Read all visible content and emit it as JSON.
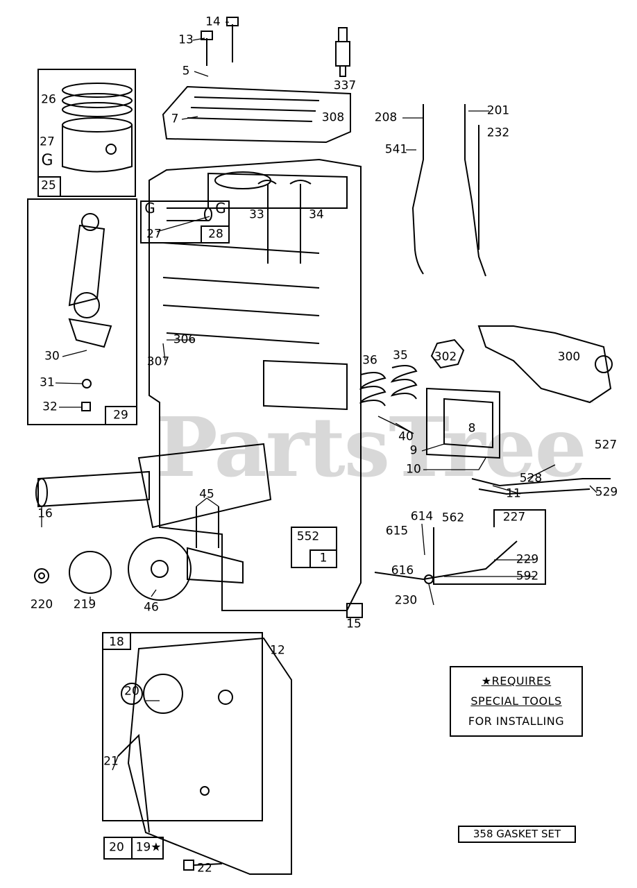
{
  "watermark": "PartsTree",
  "watermark_tm": "™",
  "note": {
    "line1": "★REQUIRES",
    "line2": "SPECIAL TOOLS",
    "line3": "FOR INSTALLING"
  },
  "gasket_set": "358 GASKET SET",
  "callouts": [
    "14",
    "13",
    "5",
    "337",
    "308",
    "7",
    "26",
    "27",
    "G",
    "25",
    "208",
    "201",
    "232",
    "541",
    "G",
    "G",
    "27",
    "28",
    "33",
    "34",
    "30",
    "31",
    "32",
    "29",
    "306",
    "307",
    "302",
    "300",
    "36",
    "35",
    "40",
    "8",
    "9",
    "10",
    "527",
    "528",
    "529",
    "11",
    "16",
    "45",
    "552",
    "1",
    "614",
    "615",
    "562",
    "227",
    "229",
    "592",
    "616",
    "230",
    "220",
    "219",
    "46",
    "15",
    "18",
    "12",
    "20",
    "21",
    "20",
    "19★",
    "22"
  ]
}
